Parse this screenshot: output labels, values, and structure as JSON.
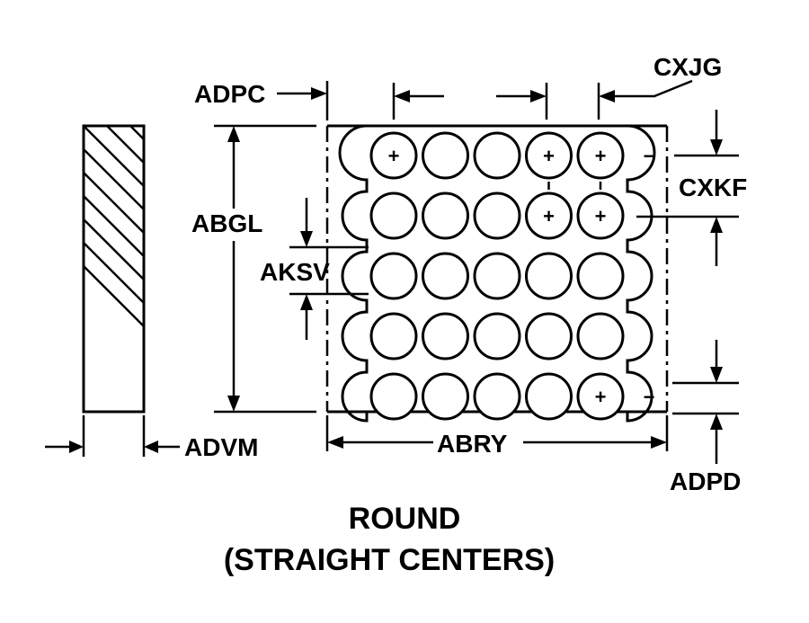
{
  "labels": {
    "adpc": "ADPC",
    "cxjg": "CXJG",
    "cxkf": "CXKF",
    "abgl": "ABGL",
    "aksv": "AKSV",
    "advm": "ADVM",
    "abry": "ABRY",
    "adpd": "ADPD"
  },
  "caption": {
    "line1": "ROUND",
    "line2": "(STRAIGHT CENTERS)"
  },
  "grid": {
    "rows": 5,
    "cols": 5,
    "plus_sign": "+",
    "minus_sign": "−",
    "plus_cells": [
      [
        0,
        0
      ],
      [
        0,
        3
      ],
      [
        0,
        4
      ],
      [
        1,
        3
      ],
      [
        1,
        4
      ],
      [
        4,
        4
      ]
    ],
    "minus_rows": [
      0,
      4
    ]
  }
}
